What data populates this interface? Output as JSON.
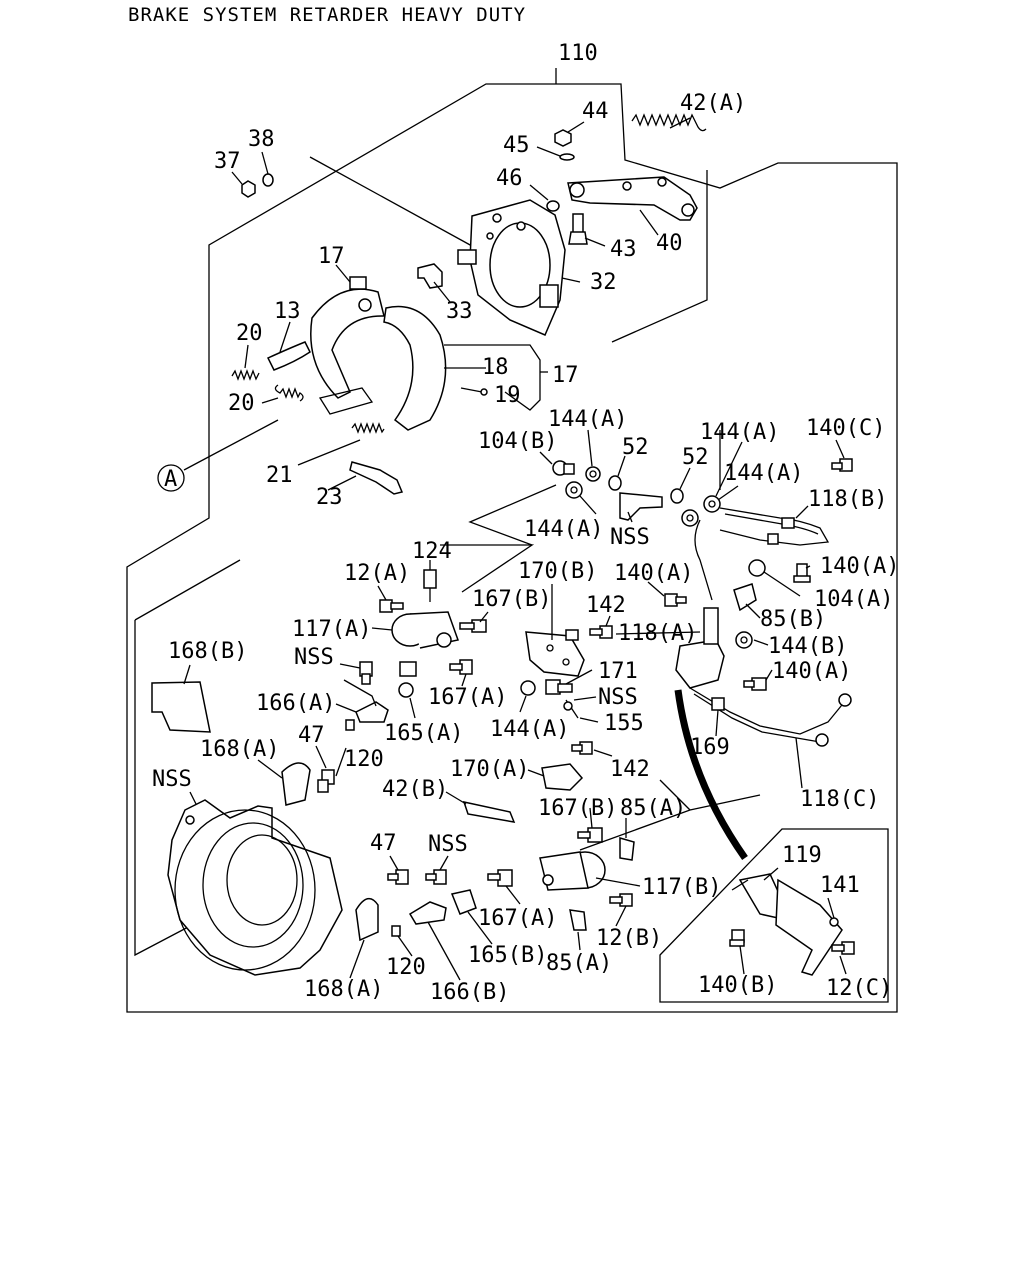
{
  "title": "BRAKE SYSTEM RETARDER HEAVY DUTY",
  "callouts": [
    {
      "id": "c110",
      "text": "110"
    },
    {
      "id": "c44",
      "text": "44"
    },
    {
      "id": "c42a",
      "text": "42(A)"
    },
    {
      "id": "c38",
      "text": "38"
    },
    {
      "id": "c37",
      "text": "37"
    },
    {
      "id": "c45",
      "text": "45"
    },
    {
      "id": "c46",
      "text": "46"
    },
    {
      "id": "c43",
      "text": "43"
    },
    {
      "id": "c40",
      "text": "40"
    },
    {
      "id": "c17a",
      "text": "17"
    },
    {
      "id": "c32",
      "text": "32"
    },
    {
      "id": "c33",
      "text": "33"
    },
    {
      "id": "c13",
      "text": "13"
    },
    {
      "id": "c20a",
      "text": "20"
    },
    {
      "id": "c18",
      "text": "18"
    },
    {
      "id": "c17b",
      "text": "17"
    },
    {
      "id": "c19",
      "text": "19"
    },
    {
      "id": "c20b",
      "text": "20"
    },
    {
      "id": "cA",
      "text": "A"
    },
    {
      "id": "c21",
      "text": "21"
    },
    {
      "id": "c23",
      "text": "23"
    },
    {
      "id": "c144a1",
      "text": "144(A)"
    },
    {
      "id": "c104b",
      "text": "104(B)"
    },
    {
      "id": "c52a",
      "text": "52"
    },
    {
      "id": "c144a2",
      "text": "144(A)"
    },
    {
      "id": "c140c",
      "text": "140(C)"
    },
    {
      "id": "c52b",
      "text": "52"
    },
    {
      "id": "c144a3",
      "text": "144(A)"
    },
    {
      "id": "c118b",
      "text": "118(B)"
    },
    {
      "id": "c144a4",
      "text": "144(A)"
    },
    {
      "id": "cnss1",
      "text": "NSS"
    },
    {
      "id": "c124",
      "text": "124"
    },
    {
      "id": "c12a",
      "text": "12(A)"
    },
    {
      "id": "c170b",
      "text": "170(B)"
    },
    {
      "id": "c140a1",
      "text": "140(A)"
    },
    {
      "id": "c140a2",
      "text": "140(A)"
    },
    {
      "id": "c104a",
      "text": "104(A)"
    },
    {
      "id": "c167b1",
      "text": "167(B)"
    },
    {
      "id": "c142a",
      "text": "142"
    },
    {
      "id": "c117a",
      "text": "117(A)"
    },
    {
      "id": "c118a",
      "text": "118(A)"
    },
    {
      "id": "c85b",
      "text": "85(B)"
    },
    {
      "id": "c144b",
      "text": "144(B)"
    },
    {
      "id": "c168b",
      "text": "168(B)"
    },
    {
      "id": "cnss2",
      "text": "NSS"
    },
    {
      "id": "c171",
      "text": "171"
    },
    {
      "id": "c140a3",
      "text": "140(A)"
    },
    {
      "id": "c167a1",
      "text": "167(A)"
    },
    {
      "id": "cnss3",
      "text": "NSS"
    },
    {
      "id": "c166a",
      "text": "166(A)"
    },
    {
      "id": "c155",
      "text": "155"
    },
    {
      "id": "c165a",
      "text": "165(A)"
    },
    {
      "id": "c144a5",
      "text": "144(A)"
    },
    {
      "id": "c47a",
      "text": "47"
    },
    {
      "id": "c169",
      "text": "169"
    },
    {
      "id": "c168a1",
      "text": "168(A)"
    },
    {
      "id": "c120a",
      "text": "120"
    },
    {
      "id": "c142b",
      "text": "142"
    },
    {
      "id": "c170a",
      "text": "170(A)"
    },
    {
      "id": "cnss4",
      "text": "NSS"
    },
    {
      "id": "c118c",
      "text": "118(C)"
    },
    {
      "id": "c42b",
      "text": "42(B)"
    },
    {
      "id": "c167b2",
      "text": "167(B)"
    },
    {
      "id": "c85a1",
      "text": "85(A)"
    },
    {
      "id": "c47b",
      "text": "47"
    },
    {
      "id": "cnss5",
      "text": "NSS"
    },
    {
      "id": "c119",
      "text": "119"
    },
    {
      "id": "c117b",
      "text": "117(B)"
    },
    {
      "id": "c141",
      "text": "141"
    },
    {
      "id": "c167a2",
      "text": "167(A)"
    },
    {
      "id": "c12b",
      "text": "12(B)"
    },
    {
      "id": "c165b",
      "text": "165(B)"
    },
    {
      "id": "c85a2",
      "text": "85(A)"
    },
    {
      "id": "c120b",
      "text": "120"
    },
    {
      "id": "c140b",
      "text": "140(B)"
    },
    {
      "id": "c12c",
      "text": "12(C)"
    },
    {
      "id": "c168a2",
      "text": "168(A)"
    },
    {
      "id": "c166b",
      "text": "166(B)"
    }
  ]
}
